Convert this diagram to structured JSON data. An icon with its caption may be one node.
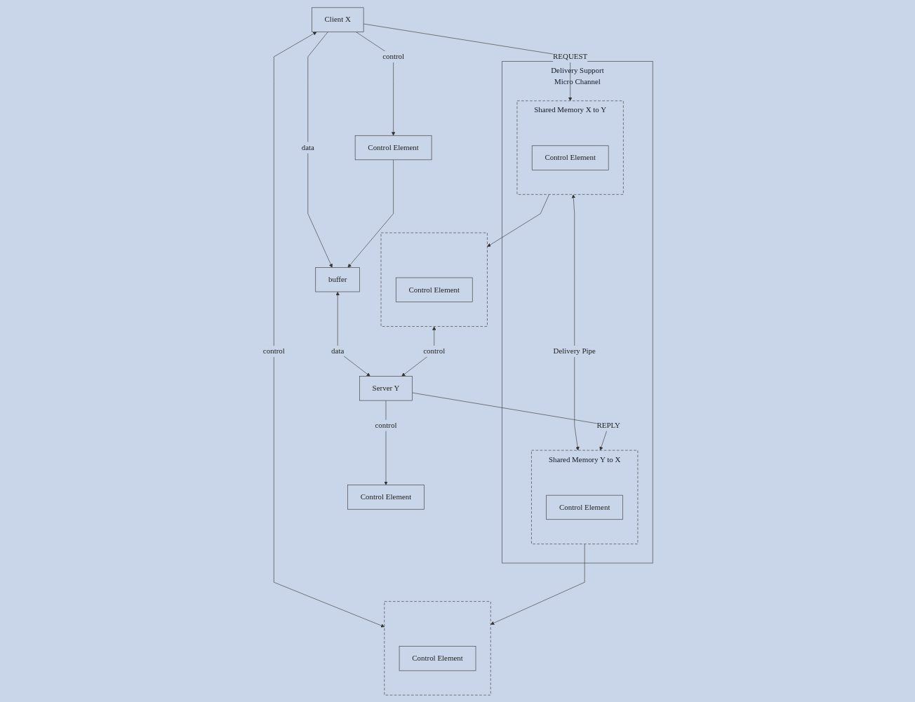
{
  "diagram": {
    "nodes": [
      {
        "text": [
          "Client X"
        ]
      },
      {
        "text": [
          "Control Element"
        ]
      },
      {
        "text": [
          "buffer"
        ]
      },
      {
        "text": [],
        "shape": "box"
      },
      {
        "text": [
          "Control Element"
        ],
        "in": 3
      },
      {
        "text": [
          "Delivery Support",
          "Micro Channel"
        ]
      },
      {
        "text": [
          "Shared Memory X to Y"
        ],
        "in": 5
      },
      {
        "text": [
          "Control Element"
        ],
        "in": 6
      },
      {
        "text": [
          "Shared Memory Y to X"
        ],
        "in": 5
      },
      {
        "text": [
          "Control Element"
        ],
        "in": 8
      },
      {
        "text": [],
        "shape": "box"
      },
      {
        "text": [
          "Control Element"
        ],
        "in": 10
      },
      {
        "text": [
          "Server Y"
        ]
      },
      {
        "text": [
          "Control Element"
        ]
      }
    ],
    "edges": [
      {
        "from": 0,
        "to": 2,
        "arrow": "to",
        "label": "data"
      },
      {
        "from": 0,
        "to": 1,
        "arrow": "to",
        "label": "control"
      },
      {
        "from": 1,
        "to": 2,
        "arrow": "to"
      },
      {
        "from": 0,
        "to": 3,
        "arrow": "both",
        "label": "control"
      },
      {
        "from": 0,
        "to": 6,
        "arrow": "to",
        "label": "REQUEST"
      },
      {
        "from": 8,
        "to": 3,
        "arrow": "to"
      },
      {
        "from": 6,
        "to": 8,
        "arrow": "both",
        "label": "Delivery Pipe"
      },
      {
        "from": 6,
        "to": 10,
        "arrow": "to"
      },
      {
        "from": 12,
        "to": 8,
        "arrow": "to",
        "label": "REPLY"
      },
      {
        "from": 10,
        "to": 12,
        "arrow": "both",
        "label": "control"
      },
      {
        "from": 2,
        "to": 12,
        "arrow": "both",
        "label": "data"
      },
      {
        "from": 12,
        "to": 13,
        "arrow": "to",
        "label": "control"
      }
    ]
  }
}
